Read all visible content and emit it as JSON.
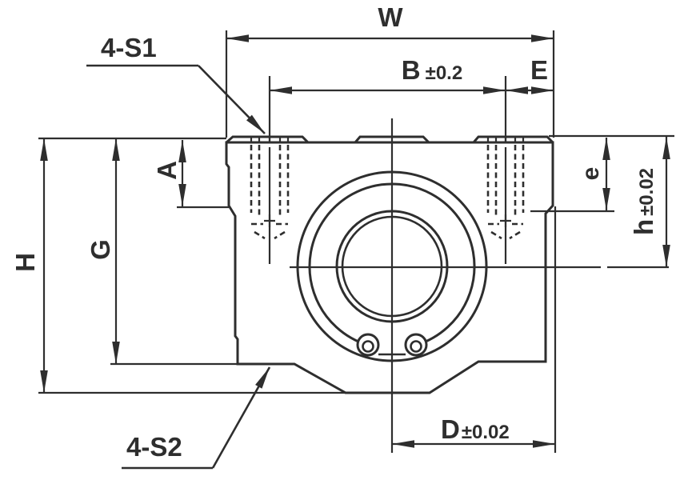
{
  "drawing": {
    "type": "linear-bearing-housing-front-view",
    "line_color": "#2e2e2e",
    "background_color": "#ffffff",
    "dimensions": {
      "overall_width": {
        "label": "W"
      },
      "bolt_spacing": {
        "label": "B",
        "tolerance": "±0.2"
      },
      "edge_offset": {
        "label": "E"
      },
      "overall_height": {
        "label": "H"
      },
      "base_height": {
        "label": "G"
      },
      "thread_depth_top": {
        "label": "A"
      },
      "side_step_depth": {
        "label": "e"
      },
      "center_height": {
        "label": "h",
        "tolerance": "±0.02"
      },
      "center_to_edge": {
        "label": "D",
        "tolerance": "±0.02"
      }
    },
    "callouts": {
      "top_tapped_holes": {
        "label": "4-S1"
      },
      "bottom_tapped_holes": {
        "label": "4-S2"
      }
    }
  }
}
